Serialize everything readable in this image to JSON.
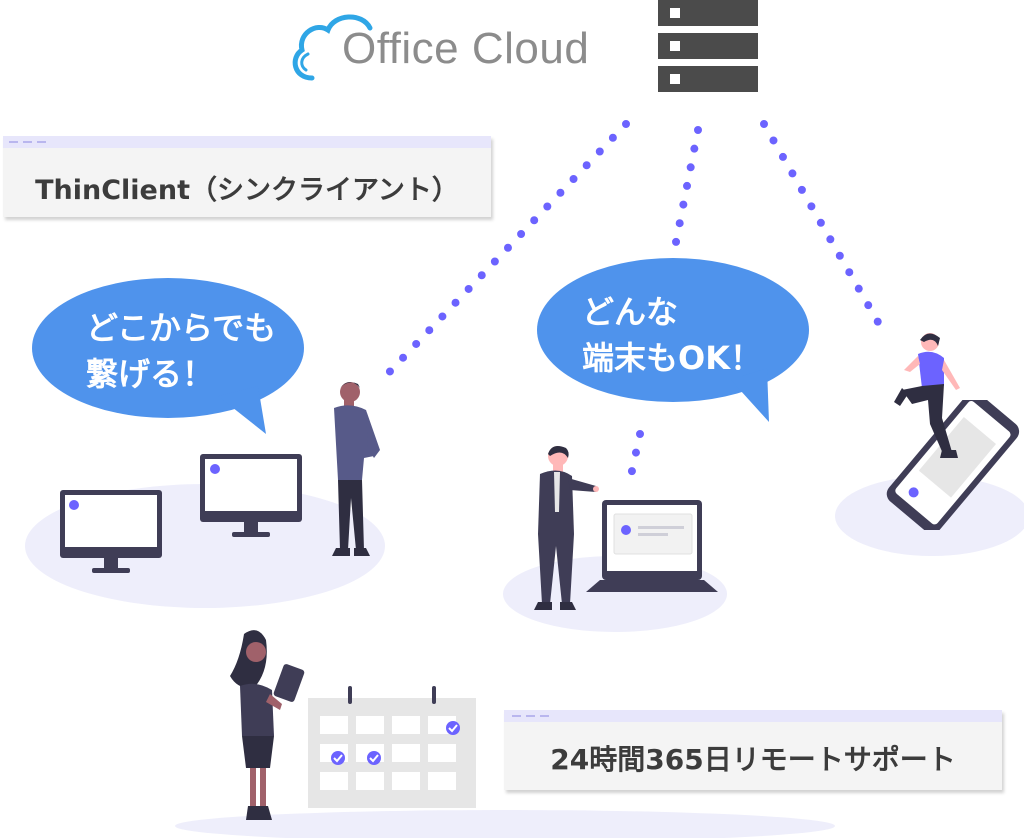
{
  "logo": {
    "text": "Office Cloud",
    "accent": "#2fa6e6",
    "text_color": "#8c8c8c"
  },
  "thinclient_label": {
    "text": "ThinClient（シンクライアント）"
  },
  "bubble_left": {
    "line1": "どこからでも",
    "line2": "繋げる！"
  },
  "bubble_right": {
    "line1": "どんな",
    "line2": "端末もOK！"
  },
  "support_label": {
    "text": "24時間365日リモートサポート"
  },
  "colors": {
    "accent": "#6c63ff",
    "bubble": "#4f93ec",
    "device": "#3f3d56",
    "server": "#4b4b4b",
    "floor": "#eeeefb"
  }
}
